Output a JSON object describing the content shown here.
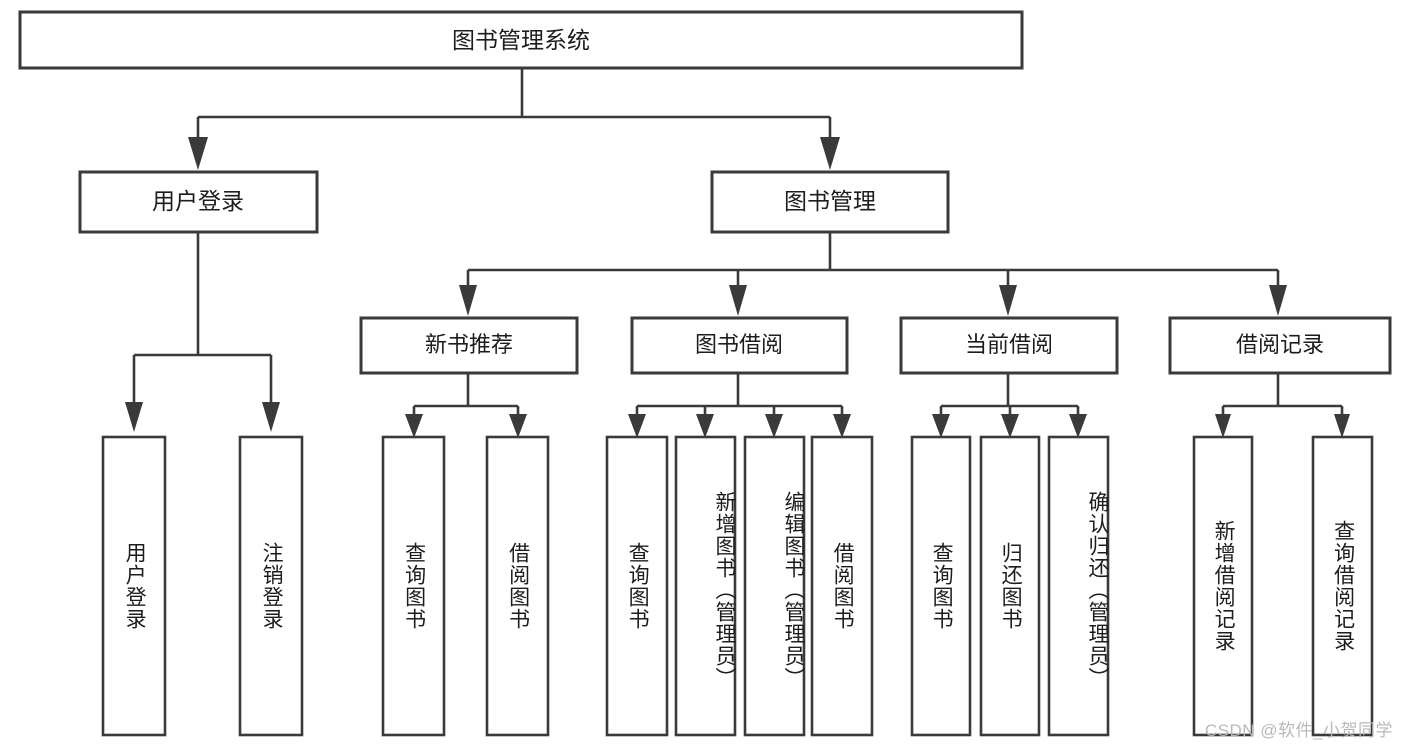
{
  "diagram": {
    "type": "tree-hierarchy",
    "title": "图书管理系统",
    "root": {
      "label": "图书管理系统"
    },
    "level1": [
      {
        "label": "用户登录"
      },
      {
        "label": "图书管理"
      }
    ],
    "level2": [
      {
        "label": "新书推荐"
      },
      {
        "label": "图书借阅"
      },
      {
        "label": "当前借阅"
      },
      {
        "label": "借阅记录"
      }
    ],
    "leaves": {
      "user_login": [
        {
          "label": "用户登录"
        },
        {
          "label": "注销登录"
        }
      ],
      "new_book_recommend": [
        {
          "label": "查询图书"
        },
        {
          "label": "借阅图书"
        }
      ],
      "book_borrow": [
        {
          "label": "查询图书"
        },
        {
          "label": "新增图书（管理员）"
        },
        {
          "label": "编辑图书（管理员）"
        },
        {
          "label": "借阅图书"
        }
      ],
      "current_borrow": [
        {
          "label": "查询图书"
        },
        {
          "label": "归还图书"
        },
        {
          "label": "确认归还（管理员）"
        }
      ],
      "borrow_record": [
        {
          "label": "新增借阅记录"
        },
        {
          "label": "查询借阅记录"
        }
      ]
    }
  },
  "watermark": {
    "text": "CSDN @软件_小贺同学"
  },
  "colors": {
    "stroke": "#3a3a3a",
    "fill": "#ffffff",
    "text": "#1d1d1d",
    "watermark": "#b9b9b9"
  }
}
